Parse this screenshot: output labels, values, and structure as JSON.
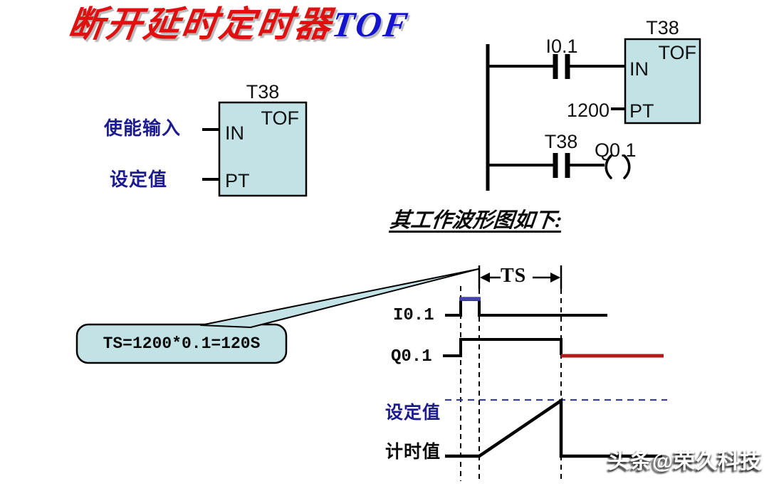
{
  "title": {
    "main_text": "断开延时定时器",
    "accent_text": "TOF"
  },
  "block_diagram": {
    "timer_number": "T38",
    "timer_type": "TOF",
    "in_pin": "IN",
    "pt_pin": "PT",
    "enable_label": "使能输入",
    "preset_label": "设定值"
  },
  "ladder_diagram": {
    "contact1_name": "I0.1",
    "timer_number": "T38",
    "timer_type": "TOF",
    "in_pin": "IN",
    "pt_pin": "PT",
    "preset_value": "1200",
    "contact2_name": "T38",
    "coil_name": "Q0.1"
  },
  "waveform": {
    "heading": "其工作波形图如下:",
    "callout_text": "TS=1200*0.1=120S",
    "ts_label": "TS",
    "input_signal": "I0.1",
    "output_signal": "Q0.1",
    "preset_line_label": "设定值",
    "elapsed_line_label": "计时值"
  },
  "watermark": "头条@荣久科技",
  "colors": {
    "box_fill": "#c3e2e6",
    "title_red": "#e01010",
    "title_blue": "#1414cf",
    "navy_text": "#1c1c90",
    "off_line_red": "#b21b1b",
    "pulse_highlight_blue": "#4444aa",
    "preset_dashed_blue": "#3b3ba6"
  }
}
